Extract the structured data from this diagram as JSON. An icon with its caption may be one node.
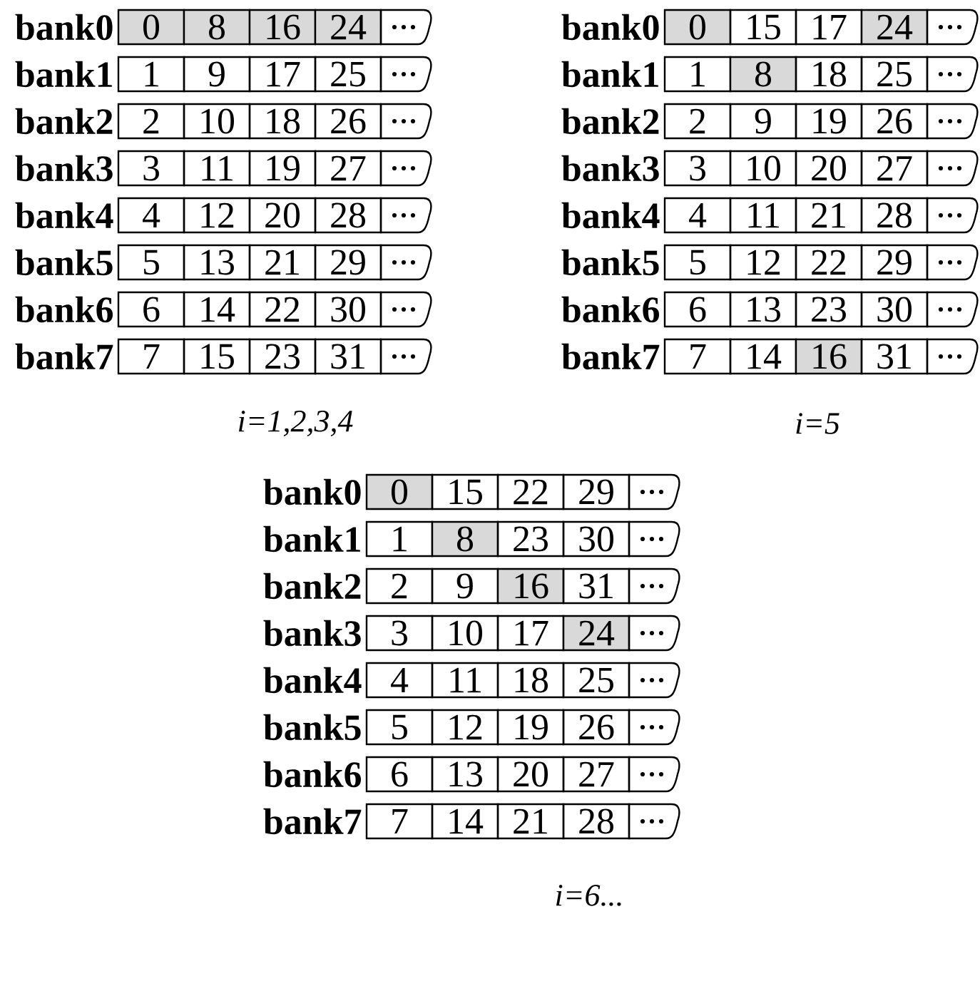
{
  "diagram": {
    "nodes": [
      {
        "text": [
          "bank0"
        ]
      },
      {
        "text": [
          "0"
        ]
      },
      {
        "text": [
          "8"
        ]
      },
      {
        "text": [
          "16"
        ]
      },
      {
        "text": [
          "24"
        ]
      },
      {
        "text": [
          "..."
        ]
      },
      {
        "text": [
          "bank1"
        ]
      },
      {
        "text": [
          "1"
        ]
      },
      {
        "text": [
          "9"
        ]
      },
      {
        "text": [
          "17"
        ]
      },
      {
        "text": [
          "25"
        ]
      },
      {
        "text": [
          "..."
        ]
      },
      {
        "text": [
          "bank2"
        ]
      },
      {
        "text": [
          "2"
        ]
      },
      {
        "text": [
          "10"
        ]
      },
      {
        "text": [
          "18"
        ]
      },
      {
        "text": [
          "26"
        ]
      },
      {
        "text": [
          "..."
        ]
      },
      {
        "text": [
          "bank3"
        ]
      },
      {
        "text": [
          "3"
        ]
      },
      {
        "text": [
          "11"
        ]
      },
      {
        "text": [
          "19"
        ]
      },
      {
        "text": [
          "27"
        ]
      },
      {
        "text": [
          "..."
        ]
      },
      {
        "text": [
          "bank4"
        ]
      },
      {
        "text": [
          "4"
        ]
      },
      {
        "text": [
          "12"
        ]
      },
      {
        "text": [
          "20"
        ]
      },
      {
        "text": [
          "28"
        ]
      },
      {
        "text": [
          "..."
        ]
      },
      {
        "text": [
          "bank5"
        ]
      },
      {
        "text": [
          "5"
        ]
      },
      {
        "text": [
          "13"
        ]
      },
      {
        "text": [
          "21"
        ]
      },
      {
        "text": [
          "29"
        ]
      },
      {
        "text": [
          "..."
        ]
      },
      {
        "text": [
          "bank6"
        ]
      },
      {
        "text": [
          "6"
        ]
      },
      {
        "text": [
          "14"
        ]
      },
      {
        "text": [
          "22"
        ]
      },
      {
        "text": [
          "30"
        ]
      },
      {
        "text": [
          "..."
        ]
      },
      {
        "text": [
          "bank7"
        ]
      },
      {
        "text": [
          "7"
        ]
      },
      {
        "text": [
          "15"
        ]
      },
      {
        "text": [
          "23"
        ]
      },
      {
        "text": [
          "31"
        ]
      },
      {
        "text": [
          "..."
        ]
      },
      {
        "text": [
          "bank0"
        ]
      },
      {
        "text": [
          "0"
        ]
      },
      {
        "text": [
          "15"
        ]
      },
      {
        "text": [
          "17"
        ]
      },
      {
        "text": [
          "24"
        ]
      },
      {
        "text": [
          "..."
        ]
      },
      {
        "text": [
          "bank1"
        ]
      },
      {
        "text": [
          "1"
        ]
      },
      {
        "text": [
          "8"
        ]
      },
      {
        "text": [
          "18"
        ]
      },
      {
        "text": [
          "25"
        ]
      },
      {
        "text": [
          "..."
        ]
      },
      {
        "text": [
          "bank2"
        ]
      },
      {
        "text": [
          "2"
        ]
      },
      {
        "text": [
          "9"
        ]
      },
      {
        "text": [
          "19"
        ]
      },
      {
        "text": [
          "26"
        ]
      },
      {
        "text": [
          "..."
        ]
      },
      {
        "text": [
          "bank3"
        ]
      },
      {
        "text": [
          "3"
        ]
      },
      {
        "text": [
          "10"
        ]
      },
      {
        "text": [
          "20"
        ]
      },
      {
        "text": [
          "27"
        ]
      },
      {
        "text": [
          "..."
        ]
      },
      {
        "text": [
          "bank4"
        ]
      },
      {
        "text": [
          "4"
        ]
      },
      {
        "text": [
          "11"
        ]
      },
      {
        "text": [
          "21"
        ]
      },
      {
        "text": [
          "28"
        ]
      },
      {
        "text": [
          "..."
        ]
      },
      {
        "text": [
          "bank5"
        ]
      },
      {
        "text": [
          "5"
        ]
      },
      {
        "text": [
          "12"
        ]
      },
      {
        "text": [
          "22"
        ]
      },
      {
        "text": [
          "29"
        ]
      },
      {
        "text": [
          "..."
        ]
      },
      {
        "text": [
          "bank6"
        ]
      },
      {
        "text": [
          "6"
        ]
      },
      {
        "text": [
          "13"
        ]
      },
      {
        "text": [
          "23"
        ]
      },
      {
        "text": [
          "30"
        ]
      },
      {
        "text": [
          "..."
        ]
      },
      {
        "text": [
          "bank7"
        ]
      },
      {
        "text": [
          "7"
        ]
      },
      {
        "text": [
          "14"
        ]
      },
      {
        "text": [
          "16"
        ]
      },
      {
        "text": [
          "31"
        ]
      },
      {
        "text": [
          "..."
        ]
      },
      {
        "text": [
          "bank0"
        ]
      },
      {
        "text": [
          "0"
        ]
      },
      {
        "text": [
          "15"
        ]
      },
      {
        "text": [
          "22"
        ]
      },
      {
        "text": [
          "29"
        ]
      },
      {
        "text": [
          "..."
        ]
      },
      {
        "text": [
          "bank1"
        ]
      },
      {
        "text": [
          "1"
        ]
      },
      {
        "text": [
          "8"
        ]
      },
      {
        "text": [
          "23"
        ]
      },
      {
        "text": [
          "30"
        ]
      },
      {
        "text": [
          "..."
        ]
      },
      {
        "text": [
          "bank2"
        ]
      },
      {
        "text": [
          "2"
        ]
      },
      {
        "text": [
          "9"
        ]
      },
      {
        "text": [
          "16"
        ]
      },
      {
        "text": [
          "31"
        ]
      },
      {
        "text": [
          "..."
        ]
      },
      {
        "text": [
          "bank3"
        ]
      },
      {
        "text": [
          "3"
        ]
      },
      {
        "text": [
          "10"
        ]
      },
      {
        "text": [
          "17"
        ]
      },
      {
        "text": [
          "24"
        ]
      },
      {
        "text": [
          "..."
        ]
      },
      {
        "text": [
          "bank4"
        ]
      },
      {
        "text": [
          "4"
        ]
      },
      {
        "text": [
          "11"
        ]
      },
      {
        "text": [
          "18"
        ]
      },
      {
        "text": [
          "25"
        ]
      },
      {
        "text": [
          "..."
        ]
      },
      {
        "text": [
          "bank5"
        ]
      },
      {
        "text": [
          "5"
        ]
      },
      {
        "text": [
          "12"
        ]
      },
      {
        "text": [
          "19"
        ]
      },
      {
        "text": [
          "26"
        ]
      },
      {
        "text": [
          "..."
        ]
      },
      {
        "text": [
          "bank6"
        ]
      },
      {
        "text": [
          "6"
        ]
      },
      {
        "text": [
          "13"
        ]
      },
      {
        "text": [
          "20"
        ]
      },
      {
        "text": [
          "27"
        ]
      },
      {
        "text": [
          "..."
        ]
      },
      {
        "text": [
          "bank7"
        ]
      },
      {
        "text": [
          "7"
        ]
      },
      {
        "text": [
          "14"
        ]
      },
      {
        "text": [
          "21"
        ]
      },
      {
        "text": [
          "28"
        ]
      },
      {
        "text": [
          "..."
        ]
      }
    ],
    "labels": [
      "i=1,2,3,4",
      "i=5",
      "i=6..."
    ]
  }
}
